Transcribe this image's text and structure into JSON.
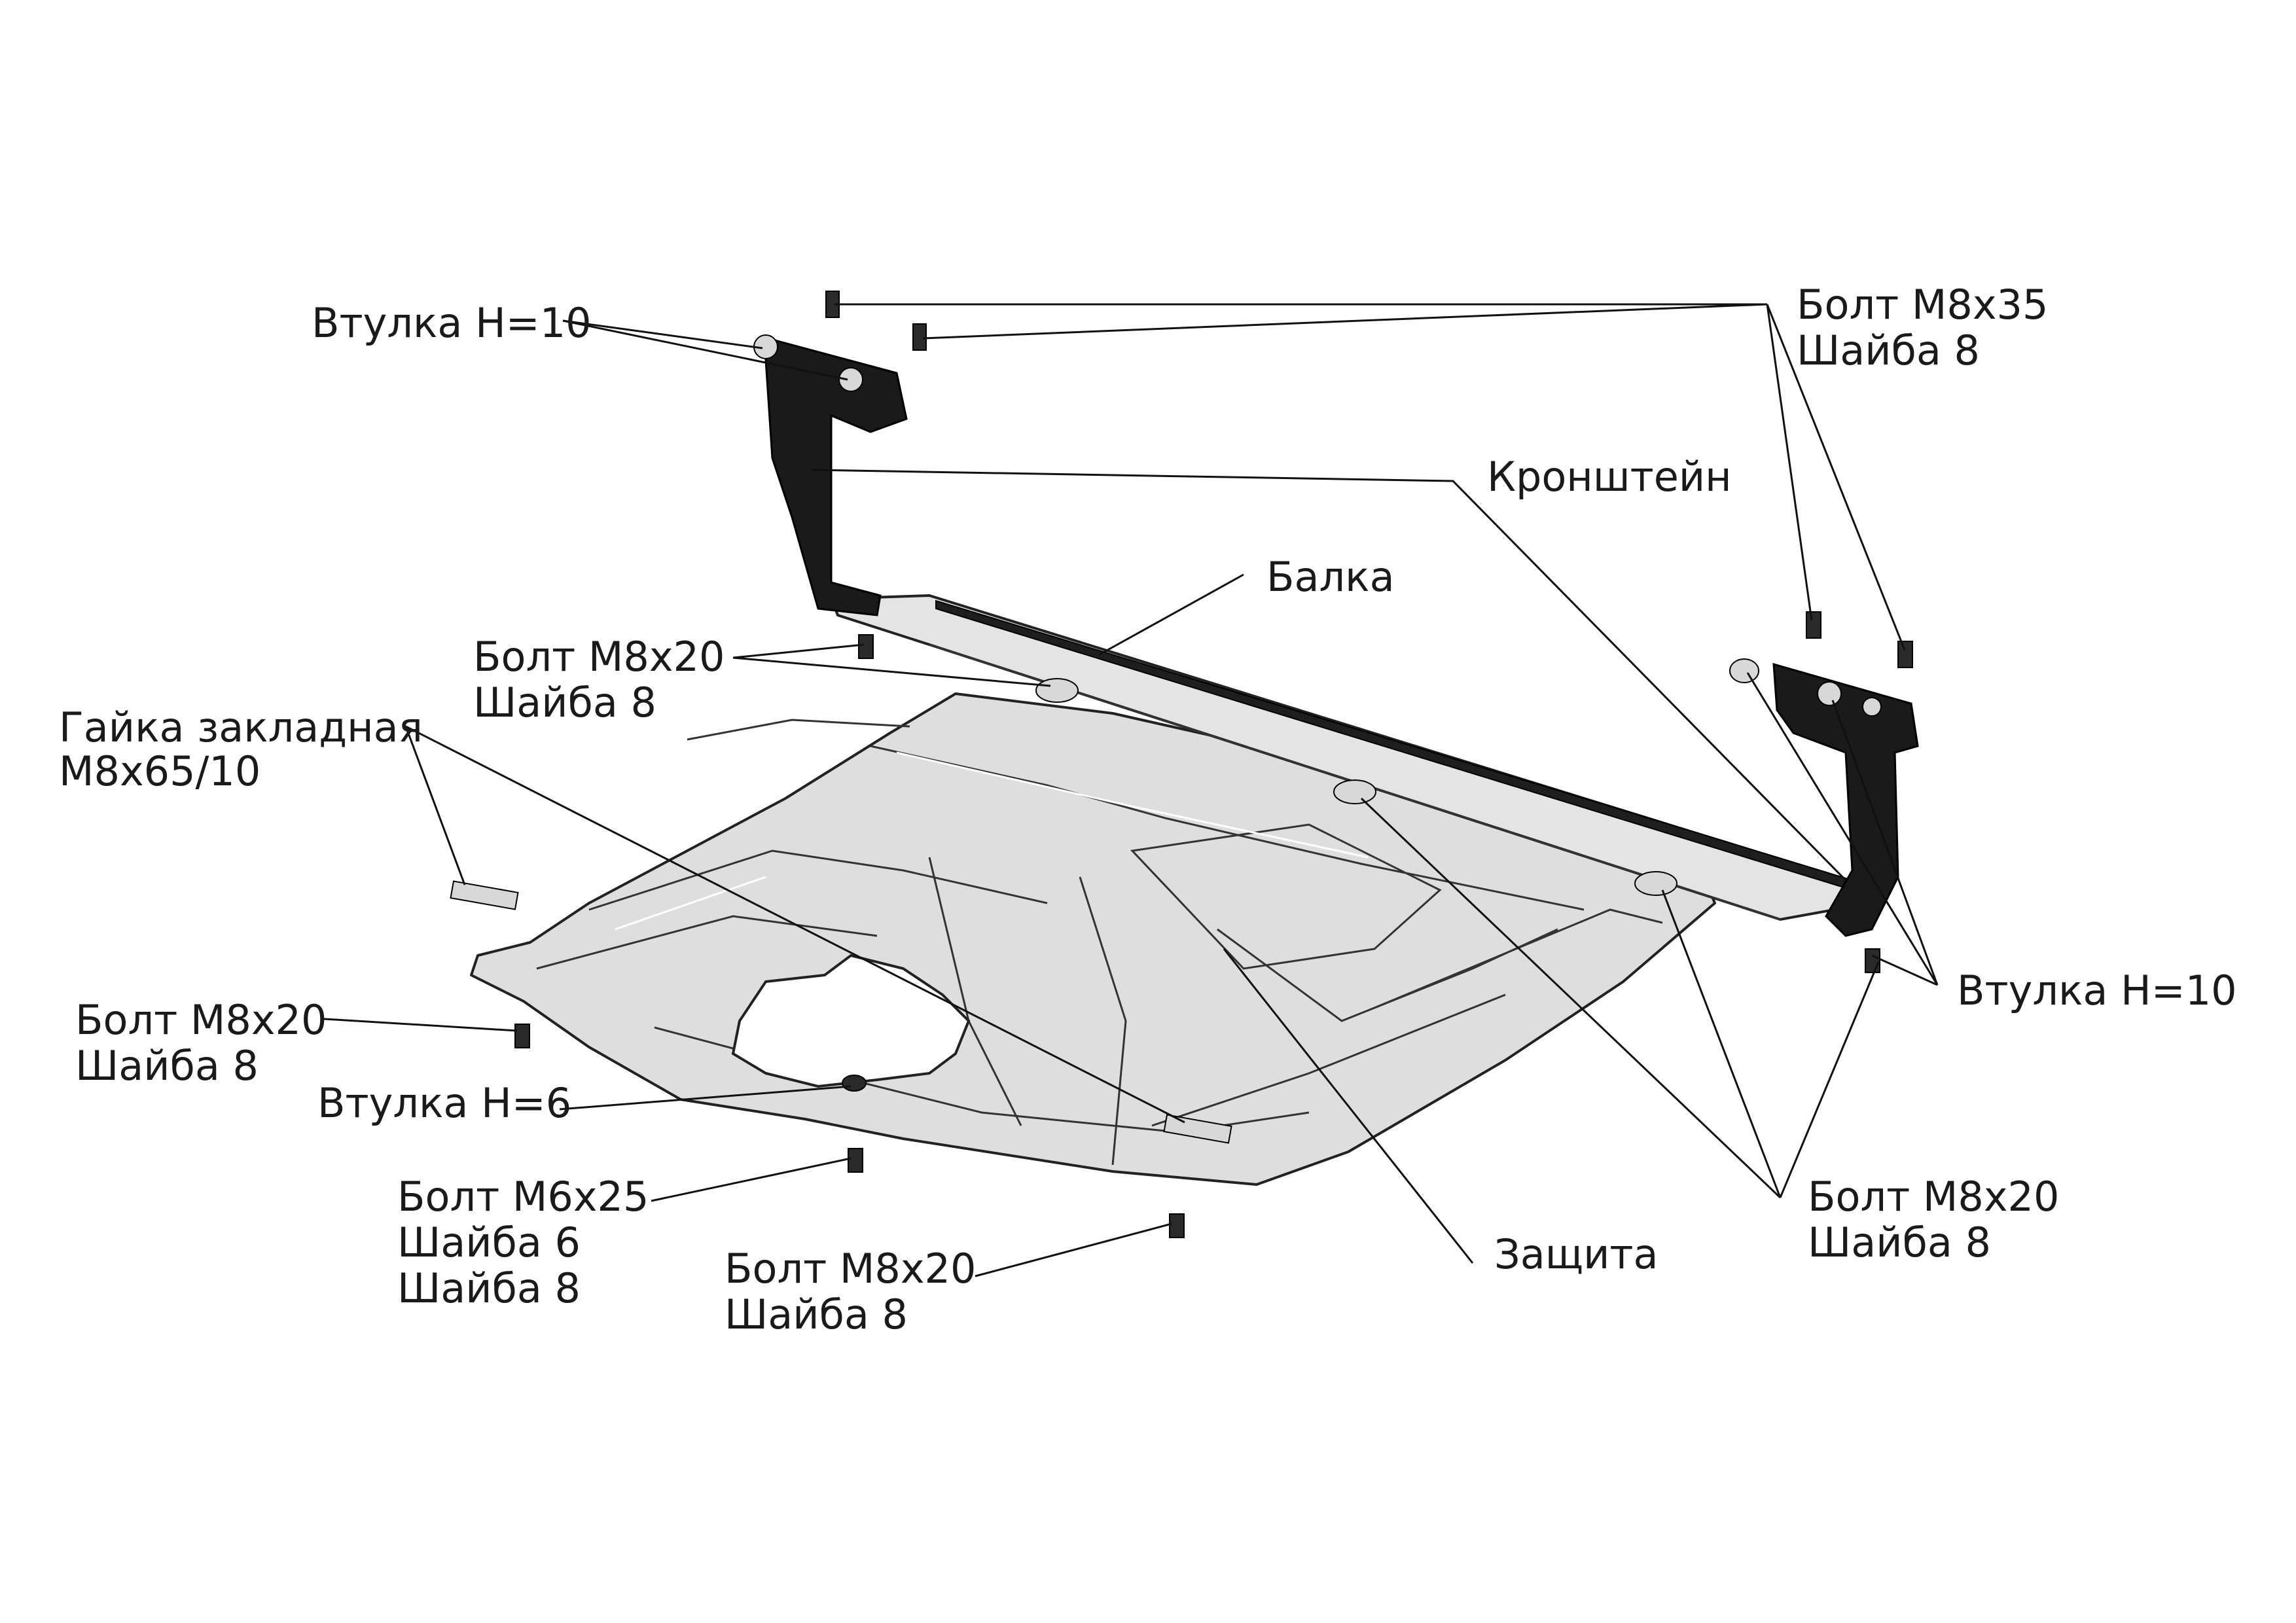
{
  "labels": {
    "bushing_h10_top": "Втулка Н=10",
    "bolt_m8x35": "Болт М8х35",
    "washer8_a": "Шайба 8",
    "bracket": "Кронштейн",
    "beam": "Балка",
    "bolt_m8x20_a": "Болт М8х20",
    "washer8_b": "Шайба 8",
    "nut_embedded": "Гайка закладная",
    "nut_size": "М8х65/10",
    "bushing_h10_right": "Втулка Н=10",
    "bolt_m8x20_b": "Болт М8х20",
    "washer8_c": "Шайба 8",
    "bushing_h6": "Втулка Н=6",
    "bolt_m6x25": "Болт М6х25",
    "washer6": "Шайба 6",
    "washer8_d": "Шайба 8",
    "bolt_m8x20_c": "Болт М8х20",
    "washer8_e": "Шайба 8",
    "guard": "Защита",
    "bolt_m8x20_d": "Болт М8х20",
    "washer8_f": "Шайба 8"
  }
}
